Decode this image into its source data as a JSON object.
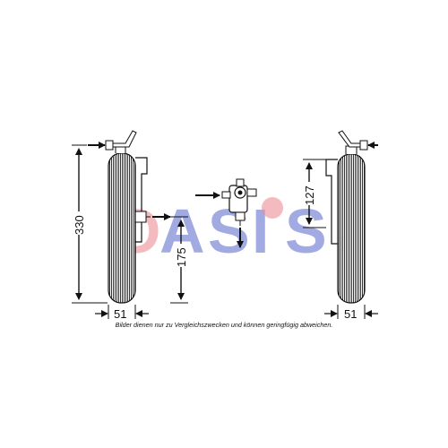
{
  "diagram": {
    "dimensions": {
      "height_left": "330",
      "width_left": "51",
      "connector_height": "175",
      "height_right": "127",
      "width_right": "51"
    },
    "caption": "Bilder dienen nur zu Vergleichszwecken und können geringfügig abweichen.",
    "watermark": {
      "text": "OASIS",
      "colors": [
        "#e8737c",
        "#3f4fc4",
        "#3f4fc4",
        "#3f4fc4",
        "#e8737c",
        "#3f4fc4"
      ]
    },
    "colors": {
      "line": "#111111",
      "fill": "#ffffff"
    }
  }
}
